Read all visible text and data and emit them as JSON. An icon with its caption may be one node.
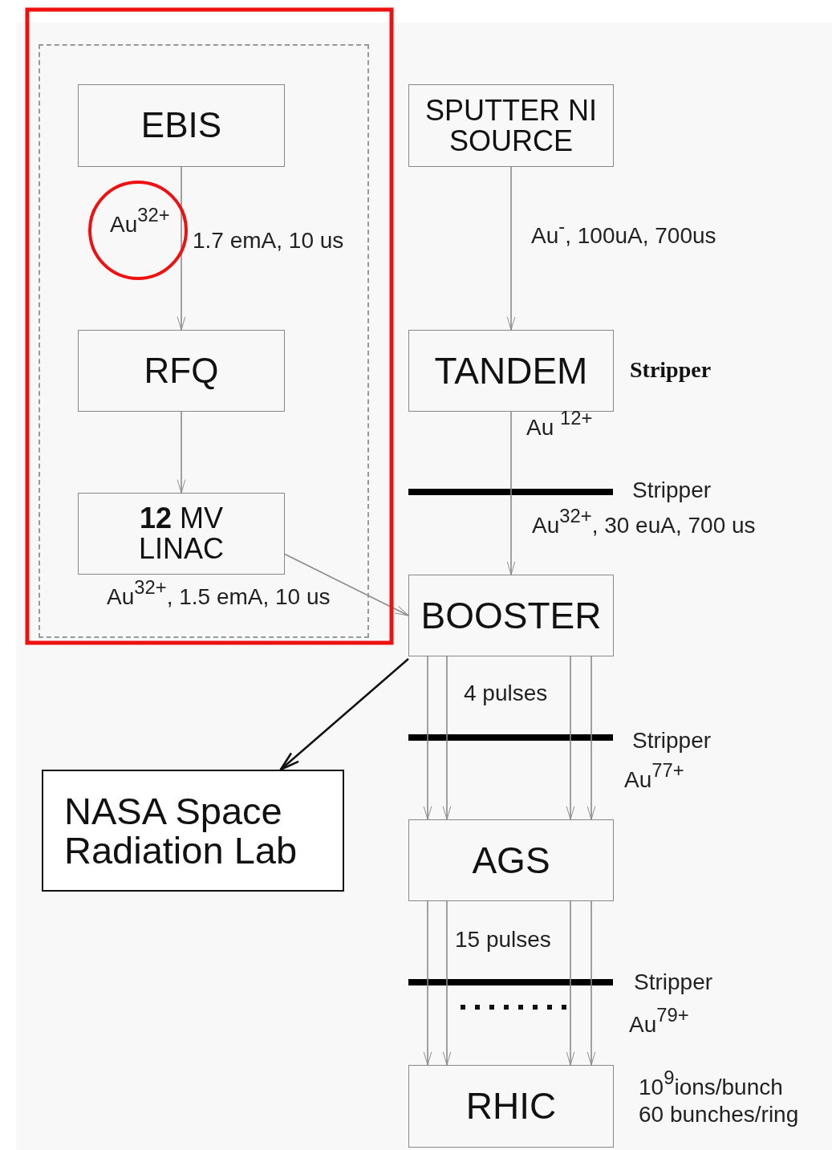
{
  "diagram": {
    "nodes": [
      {
        "text": [],
        "shape": "box"
      },
      {
        "text": [
          "EBIS"
        ],
        "in": 0
      },
      {
        "text": [
          "RFQ"
        ],
        "in": 0
      },
      {
        "text": [
          "**12** MV LINAC"
        ],
        "in": 0
      },
      {
        "text": [
          "SPUTTER NI SOURCE"
        ]
      },
      {
        "text": [
          "TANDEM"
        ],
        "beside": [
          "Stripper"
        ]
      },
      {
        "text": [
          "BOOSTER"
        ]
      },
      {
        "text": [
          "NASA Space Radiation Lab"
        ]
      },
      {
        "text": [
          "AGS"
        ]
      },
      {
        "text": [
          "RHIC"
        ],
        "beside": [
          "10$^{9}$ions/bunch 60 bunches/ring"
        ]
      }
    ],
    "edges": [
      {
        "from": 1,
        "to": 2,
        "arrow": "to"
      },
      {
        "from": 2,
        "to": 3,
        "arrow": "to"
      },
      {
        "from": 3,
        "to": 6,
        "arrow": "to"
      },
      {
        "from": 4,
        "to": 5,
        "arrow": "to"
      },
      {
        "from": 5,
        "to": 6,
        "arrow": "to"
      },
      {
        "from": 6,
        "to": 7,
        "arrow": "to",
        "color": "#111111"
      },
      {
        "from": 6,
        "to": 8,
        "arrow": "to"
      },
      {
        "from": 6,
        "to": 8,
        "arrow": "to"
      },
      {
        "from": 6,
        "to": 8,
        "arrow": "to"
      },
      {
        "from": 6,
        "to": 8,
        "arrow": "to"
      },
      {
        "from": 8,
        "to": 9,
        "arrow": "to"
      },
      {
        "from": 8,
        "to": 9,
        "arrow": "to"
      },
      {
        "from": 8,
        "to": 9,
        "arrow": "to"
      },
      {
        "from": 8,
        "to": 9,
        "arrow": "to"
      }
    ],
    "labels": [
      "Au$^{32+}$",
      "1.7 emA, 10 us",
      "Au$^{-}$, 100uA, 700us",
      "Au $^{12+}$",
      "Stripper",
      "Au$^{32+}$, 30 euA, 700 us",
      "Au$^{32+}$, 1.5 emA, 10 us",
      "4 pulses",
      "Stripper",
      "Au$^{77+}$",
      "15 pulses",
      "Stripper",
      "Au$^{79+}$"
    ]
  }
}
